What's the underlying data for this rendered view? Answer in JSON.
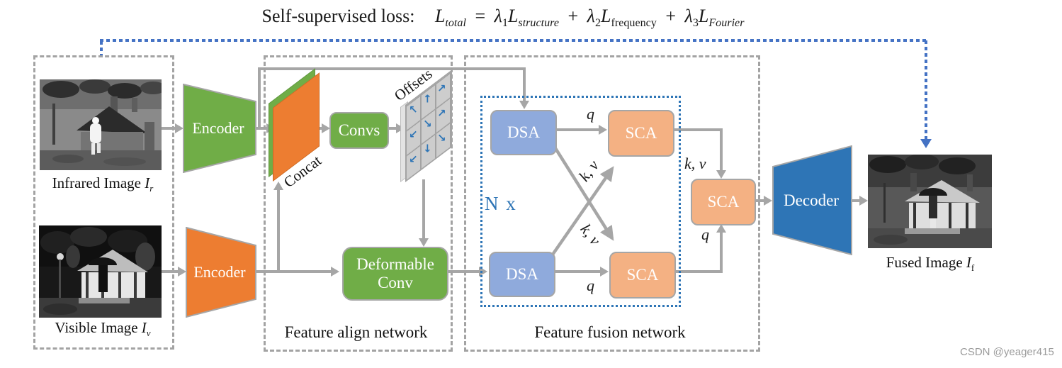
{
  "title": {
    "prefix": "Self-supervised loss:",
    "formula": {
      "L": "L",
      "sub_total": "total",
      "equals": "=",
      "lambda": "λ",
      "sub1": "1",
      "sub_structure": "structure",
      "plus": "+",
      "sub2": "2",
      "sub_frequency": "frequency",
      "sub3": "3",
      "sub_fourier": "Fourier"
    }
  },
  "inputs": {
    "infrared": {
      "caption": "Infrared Image",
      "symbol": "I",
      "subscript": "r"
    },
    "visible": {
      "caption": "Visible Image",
      "symbol": "I",
      "subscript": "v"
    }
  },
  "encoders": {
    "infrared": "Encoder",
    "visible": "Encoder"
  },
  "align_network": {
    "label": "Feature align network",
    "concat": "Concat",
    "convs": "Convs",
    "offsets": "Offsets",
    "offset_arrows": [
      "↖",
      "↑",
      "↗",
      "↙",
      "↘",
      "↗",
      "↙",
      "↓",
      "↘"
    ],
    "deformable_line1": "Deformable",
    "deformable_line2": "Conv"
  },
  "fusion_network": {
    "label": "Feature fusion network",
    "repeat": "N x",
    "dsa_top": "DSA",
    "dsa_bottom": "DSA",
    "sca_top": "SCA",
    "sca_bottom": "SCA",
    "sca_out": "SCA",
    "q_top": "q",
    "q_bottom": "q",
    "q_out": "q",
    "kv_cross_up": "k, v",
    "kv_cross_down": "k, v",
    "kv_out": "k, v"
  },
  "decoder": {
    "label": "Decoder"
  },
  "output": {
    "caption": "Fused Image",
    "symbol": "I",
    "subscript": "f"
  },
  "watermark": "CSDN @yeager415",
  "colors": {
    "green": "#70AD47",
    "orange": "#ED7D31",
    "blue": "#2E75B6",
    "light_blue": "#8FAADC",
    "light_orange": "#F4B183",
    "line_gray": "#A6A6A6",
    "loss_line_blue": "#4472C4"
  }
}
